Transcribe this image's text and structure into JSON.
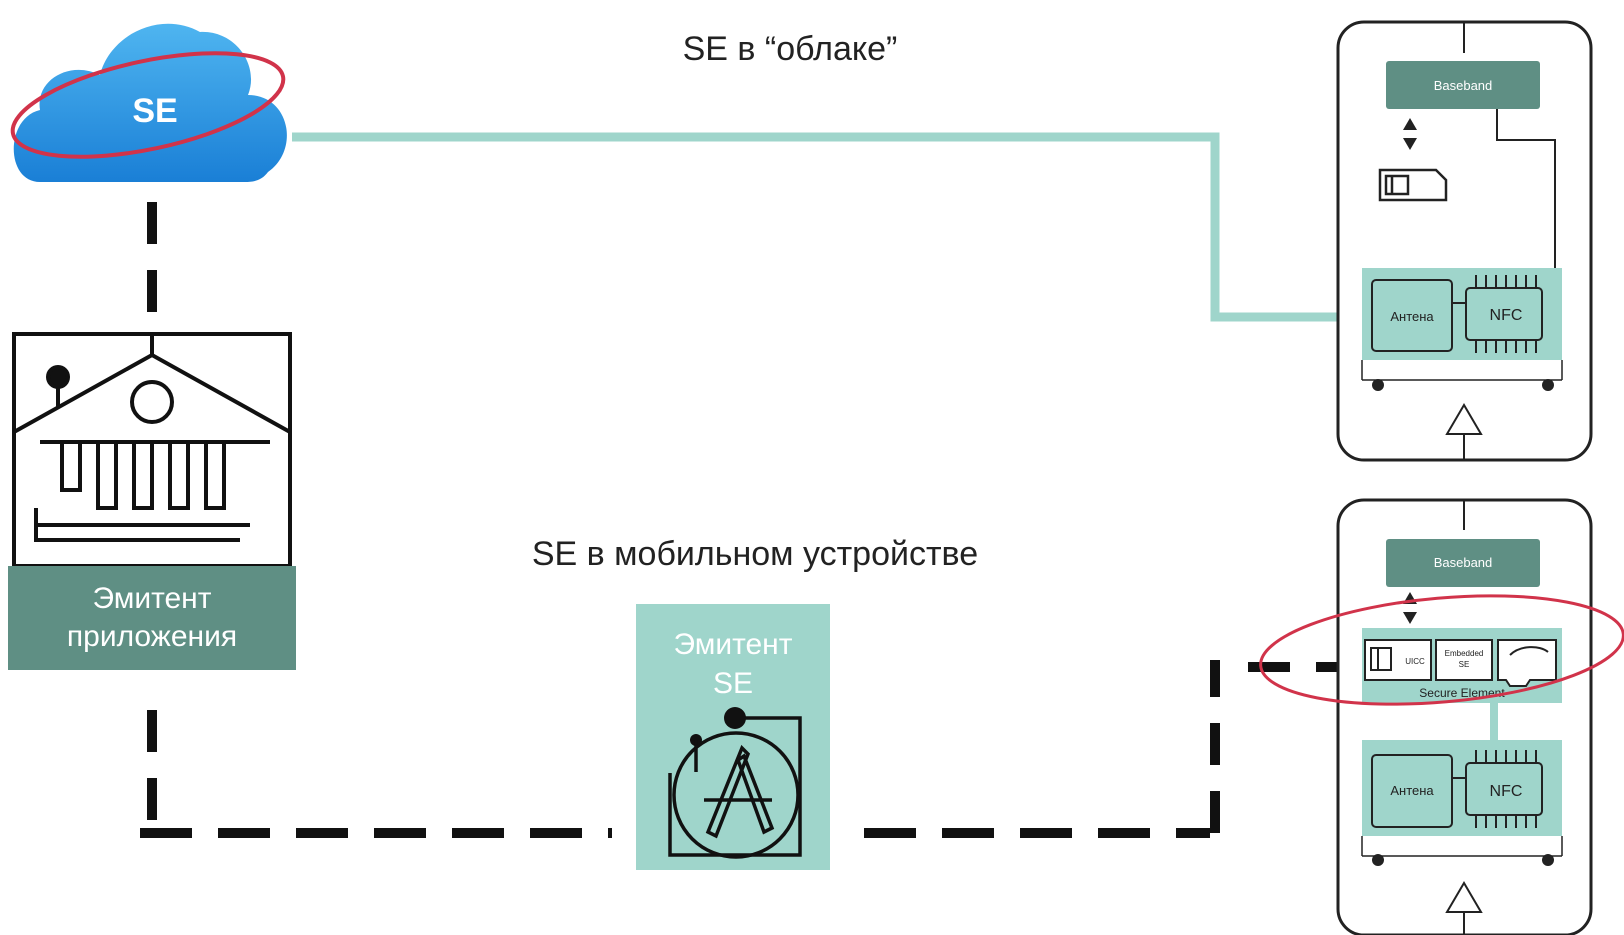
{
  "labels": {
    "cloud_title": "SE в “облаке”",
    "mobile_title": "SE в мобильном устройстве",
    "cloud_badge": "SE",
    "issuer_line1": "Эмитент",
    "issuer_line2": "приложения",
    "se_issuer_line1": "Эмитент",
    "se_issuer_line2": "SE"
  },
  "phone_top": {
    "baseband": "Baseband",
    "antenna": "Антена",
    "nfc": "NFC"
  },
  "phone_bottom": {
    "baseband": "Baseband",
    "uicc": "UICC",
    "embedded_se_1": "Embedded",
    "embedded_se_2": "SE",
    "secure_element": "Secure Element",
    "antenna": "Антена",
    "nfc": "NFC"
  },
  "colors": {
    "cloud": "#1f86d8",
    "cloud_light": "#4fb1ee",
    "teal_line": "#9fd5cb",
    "issuer_box": "#5f8f84",
    "se_issuer_box": "#9fd5cb",
    "baseband": "#5f8f84",
    "highlight": "#d1334a",
    "dash": "#111111"
  },
  "icons": [
    "cloud-icon",
    "bank-building-icon",
    "app-store-icon",
    "sim-card-icon",
    "arrows-updown-icon",
    "nfc-chip-icon"
  ]
}
